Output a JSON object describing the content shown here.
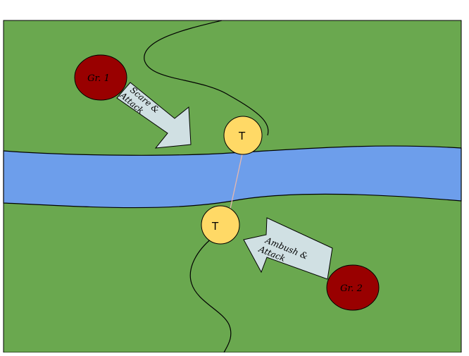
{
  "colors": {
    "grass": "#6aa84f",
    "river": "#6d9eeb",
    "group_fill": "#990000",
    "tower_fill": "#ffd966",
    "arrow_fill": "#d0e0e3",
    "outline": "#000000",
    "rope": "#e6b8af"
  },
  "groups": {
    "group1": "Gr. 1",
    "group2": "Gr. 2"
  },
  "towers": {
    "north": "T",
    "south": "T"
  },
  "arrows": {
    "scare_attack": {
      "line1": "Scare &",
      "line2": "Attack"
    },
    "ambush_attack": {
      "line1": "Ambush &",
      "line2": "Attack"
    }
  }
}
